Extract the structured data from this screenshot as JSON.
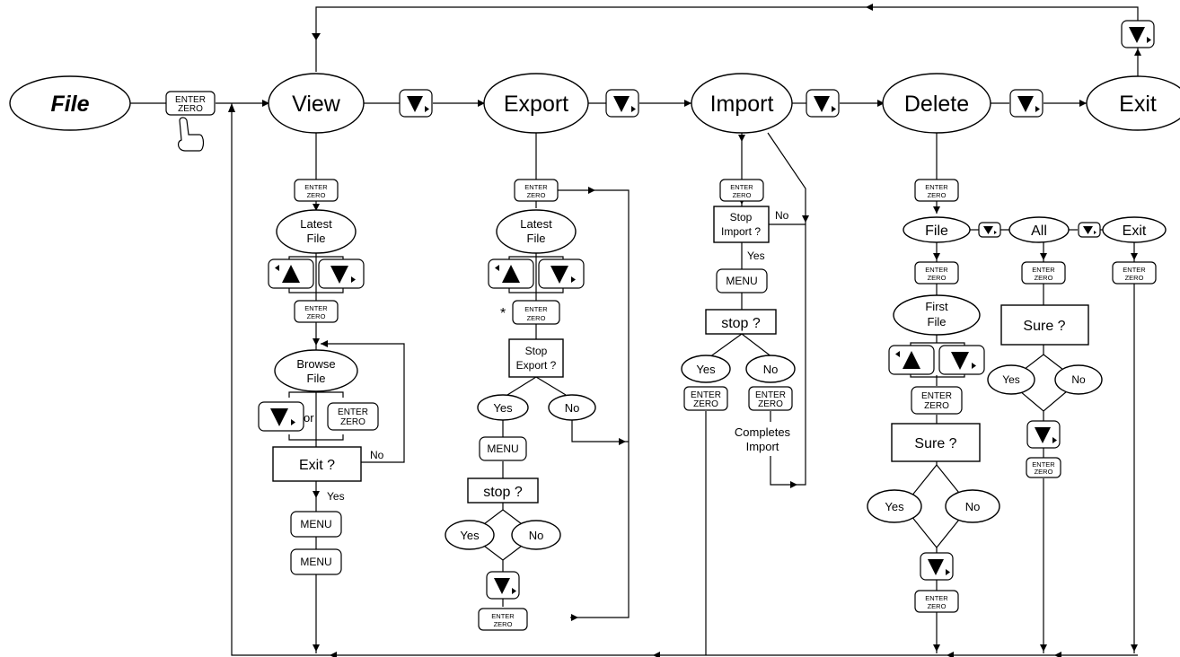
{
  "menu": {
    "root": "File",
    "view": "View",
    "export": "Export",
    "import": "Import",
    "delete": "Delete",
    "exit": "Exit"
  },
  "keys": {
    "enter_top": "ENTER",
    "enter_bottom": "ZERO",
    "menu": "MENU"
  },
  "view_branch": {
    "latest_1": "Latest",
    "latest_2": "File",
    "browse_1": "Browse",
    "browse_2": "File",
    "or": "or",
    "exit_q": "Exit ?",
    "no": "No",
    "yes": "Yes"
  },
  "export_branch": {
    "latest_1": "Latest",
    "latest_2": "File",
    "asterisk": "*",
    "stop_1": "Stop",
    "stop_2": "Export ?",
    "yes": "Yes",
    "no": "No",
    "stop_q": "stop ?",
    "yes2": "Yes",
    "no2": "No"
  },
  "import_branch": {
    "stop_1": "Stop",
    "stop_2": "Import ?",
    "no": "No",
    "yes": "Yes",
    "stop_q": "stop ?",
    "yes2": "Yes",
    "no2": "No",
    "completes_1": "Completes",
    "completes_2": "Import"
  },
  "delete_branch": {
    "file": "File",
    "all": "All",
    "exit": "Exit",
    "first_1": "First",
    "first_2": "File",
    "sure_q": "Sure ?",
    "yes": "Yes",
    "no": "No",
    "sure_q2": "Sure ?",
    "yes2": "Yes",
    "no2": "No"
  }
}
